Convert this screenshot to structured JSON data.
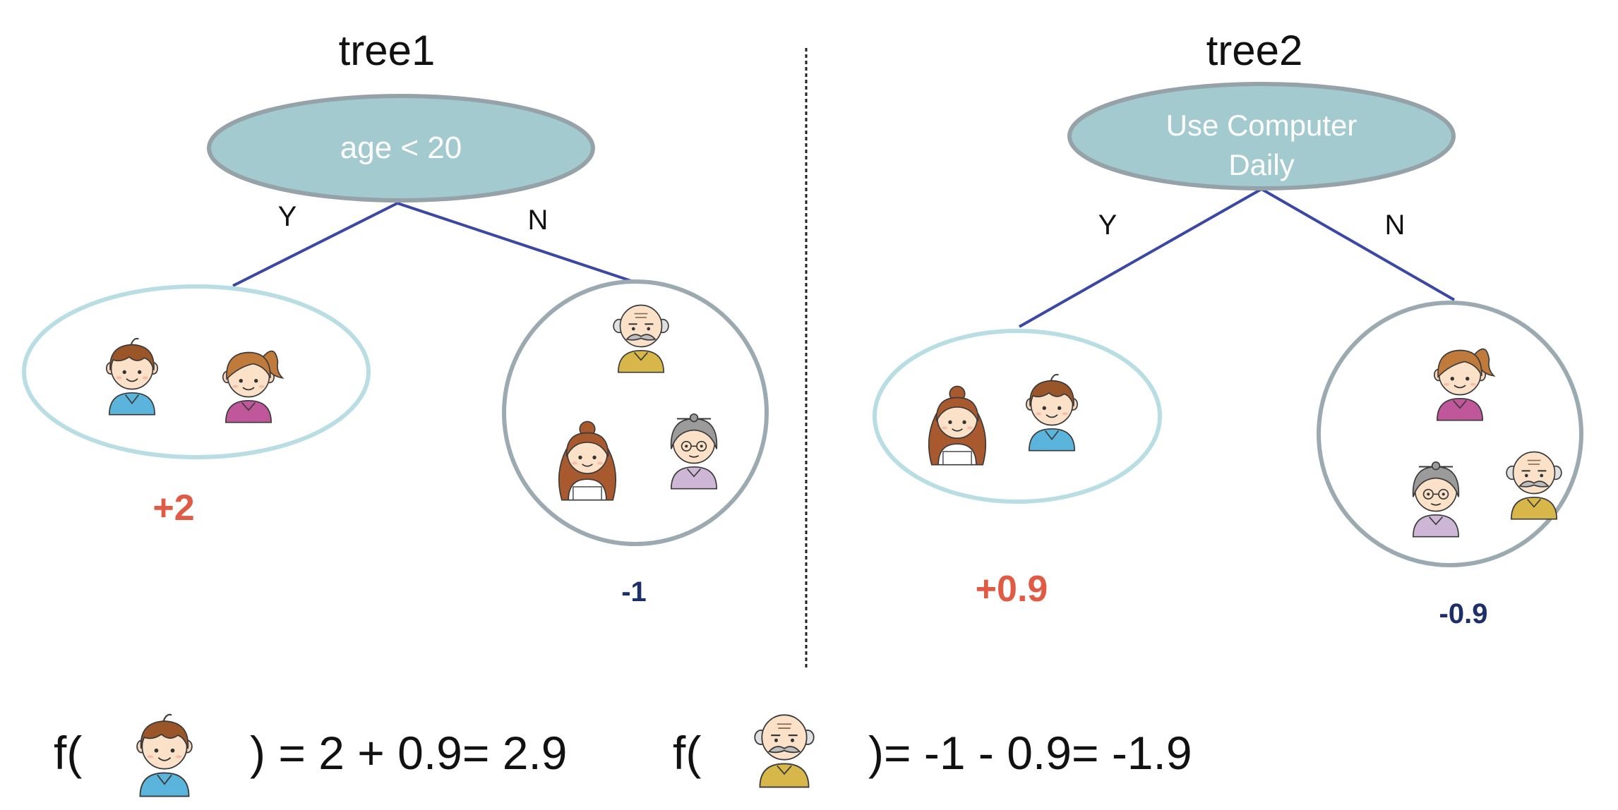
{
  "colors": {
    "node_fill": "#a2cacf",
    "node_stroke": "#95a2a7",
    "edge": "#3a47a5",
    "leaf_light": "#b8dde3",
    "leaf_dark": "#9aaab0",
    "positive": "#e05a44",
    "negative": "#1c2f6a",
    "node_text": "#ffffff",
    "text": "#111111"
  },
  "tree1": {
    "title": "tree1",
    "node_label": "age < 20",
    "yes_label": "Y",
    "no_label": "N",
    "left_score": "+2",
    "right_score": "-1",
    "left_members": [
      "boy",
      "girl"
    ],
    "right_members": [
      "grandpa",
      "mother",
      "grandma"
    ]
  },
  "tree2": {
    "title": "tree2",
    "node_label_line1": "Use Computer",
    "node_label_line2": "Daily",
    "yes_label": "Y",
    "no_label": "N",
    "left_score": "+0.9",
    "right_score": "-0.9",
    "left_members": [
      "mother",
      "boy"
    ],
    "right_members": [
      "girl",
      "grandma",
      "grandpa"
    ]
  },
  "formulas": {
    "f1_prefix": "f(",
    "f1_person": "boy",
    "f1_result": ") = 2 + 0.9= 2.9",
    "f2_prefix": "f(",
    "f2_person": "grandpa",
    "f2_result": ")= -1 - 0.9= -1.9"
  }
}
